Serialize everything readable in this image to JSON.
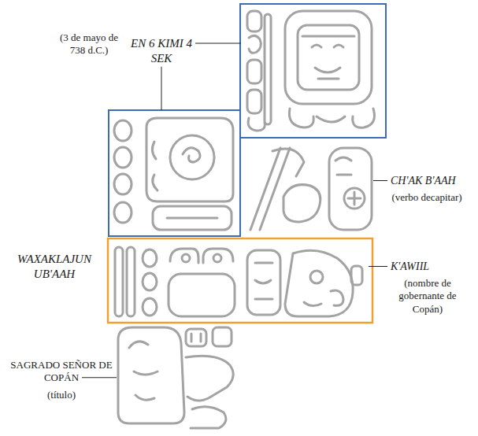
{
  "diagram": {
    "labels": [
      "(3 de mayo de 738 d.C.)",
      "EN 6 KIMI 4 SEK",
      "CH'AK B'AAH",
      "(verbo decapitar)",
      "WAXAKLAJUN UB'AAH",
      "K'AWIIL",
      "(nombre de gobernante de Copán)",
      "SAGRADO SEÑOR DE COPÁN",
      "(título)"
    ]
  }
}
